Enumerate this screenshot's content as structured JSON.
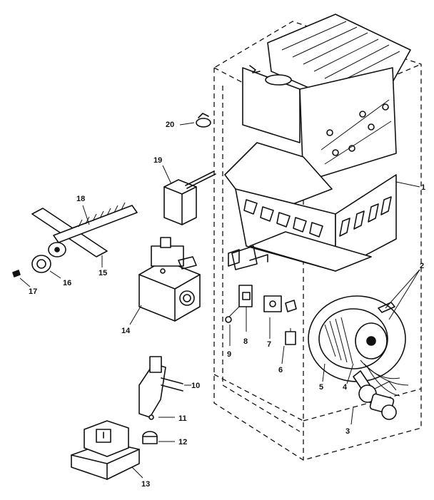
{
  "diagram": {
    "parts": [
      {
        "number": "1"
      },
      {
        "number": "2"
      },
      {
        "number": "3"
      },
      {
        "number": "4"
      },
      {
        "number": "5"
      },
      {
        "number": "6"
      },
      {
        "number": "7"
      },
      {
        "number": "8"
      },
      {
        "number": "9"
      },
      {
        "number": "10"
      },
      {
        "number": "11"
      },
      {
        "number": "12"
      },
      {
        "number": "13"
      },
      {
        "number": "14"
      },
      {
        "number": "15"
      },
      {
        "number": "16"
      },
      {
        "number": "17"
      },
      {
        "number": "18"
      },
      {
        "number": "19"
      },
      {
        "number": "20"
      }
    ],
    "line_color": "#111111",
    "background": "#ffffff"
  }
}
